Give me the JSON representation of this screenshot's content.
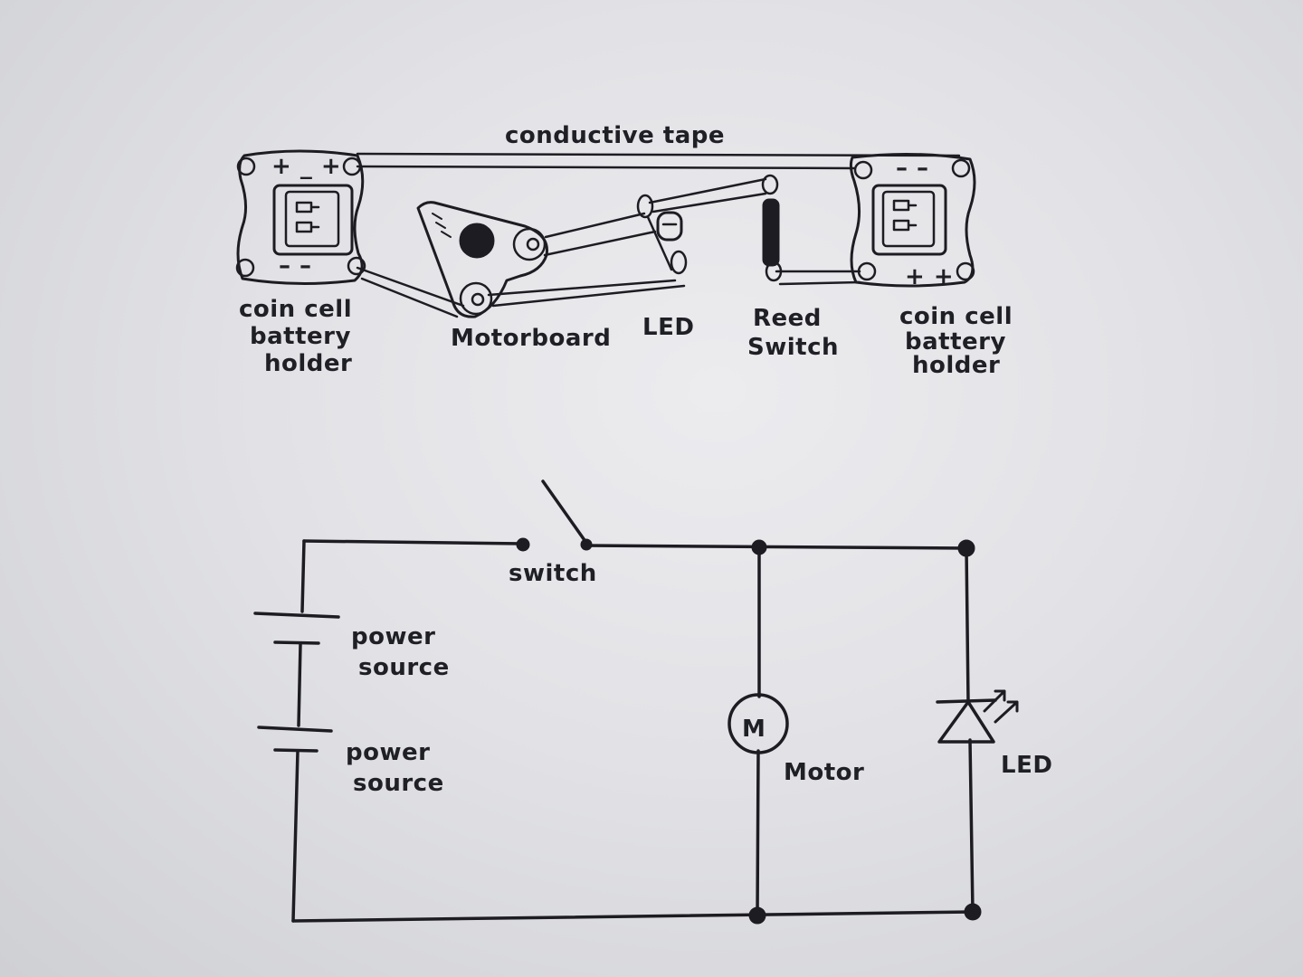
{
  "wiring_sketch": {
    "conductive_tape": "conductive tape",
    "left_holder": [
      "coin cell",
      "battery",
      "holder"
    ],
    "left_holder_top_polarity": "+ _ +",
    "left_holder_bottom_polarity": "– –",
    "motorboard": "Motorboard",
    "led": "LED",
    "reed_switch": [
      "Reed",
      "Switch"
    ],
    "right_holder": [
      "coin cell",
      "battery",
      "holder"
    ],
    "right_holder_top_polarity": "– –",
    "right_holder_bottom_polarity": "+ +"
  },
  "schematic": {
    "switch": "switch",
    "power_source_1": [
      "power",
      "source"
    ],
    "power_source_2": [
      "power",
      "source"
    ],
    "motor_symbol": "M",
    "motor": "Motor",
    "led": "LED"
  }
}
